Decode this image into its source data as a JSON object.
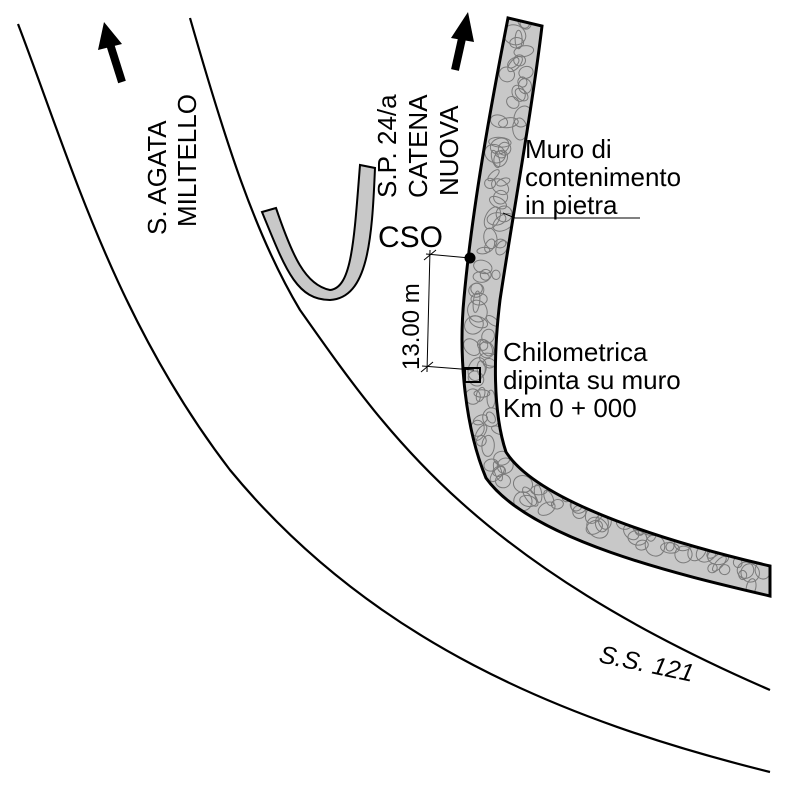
{
  "roads": {
    "left_direction_line1": "S. AGATA",
    "left_direction_line2": "MILITELLO",
    "right_direction_line1": "S.P. 24/a",
    "right_direction_line2": "CATENA",
    "right_direction_line3": "NUOVA",
    "state_road": "S.S. 121"
  },
  "wall": {
    "label_line1": "Muro di",
    "label_line2": "contenimento",
    "label_line3": "in pietra"
  },
  "cso": {
    "label": "CSO",
    "distance_label": "13.00 m"
  },
  "milestone": {
    "label_line1": "Chilometrica",
    "label_line2": "dipinta su muro",
    "label_line3": "Km 0 + 000"
  },
  "colors": {
    "line": "#000000",
    "fill_gray": "#c8c8c8",
    "stone_stroke": "#7a7a7a",
    "background": "#ffffff"
  }
}
